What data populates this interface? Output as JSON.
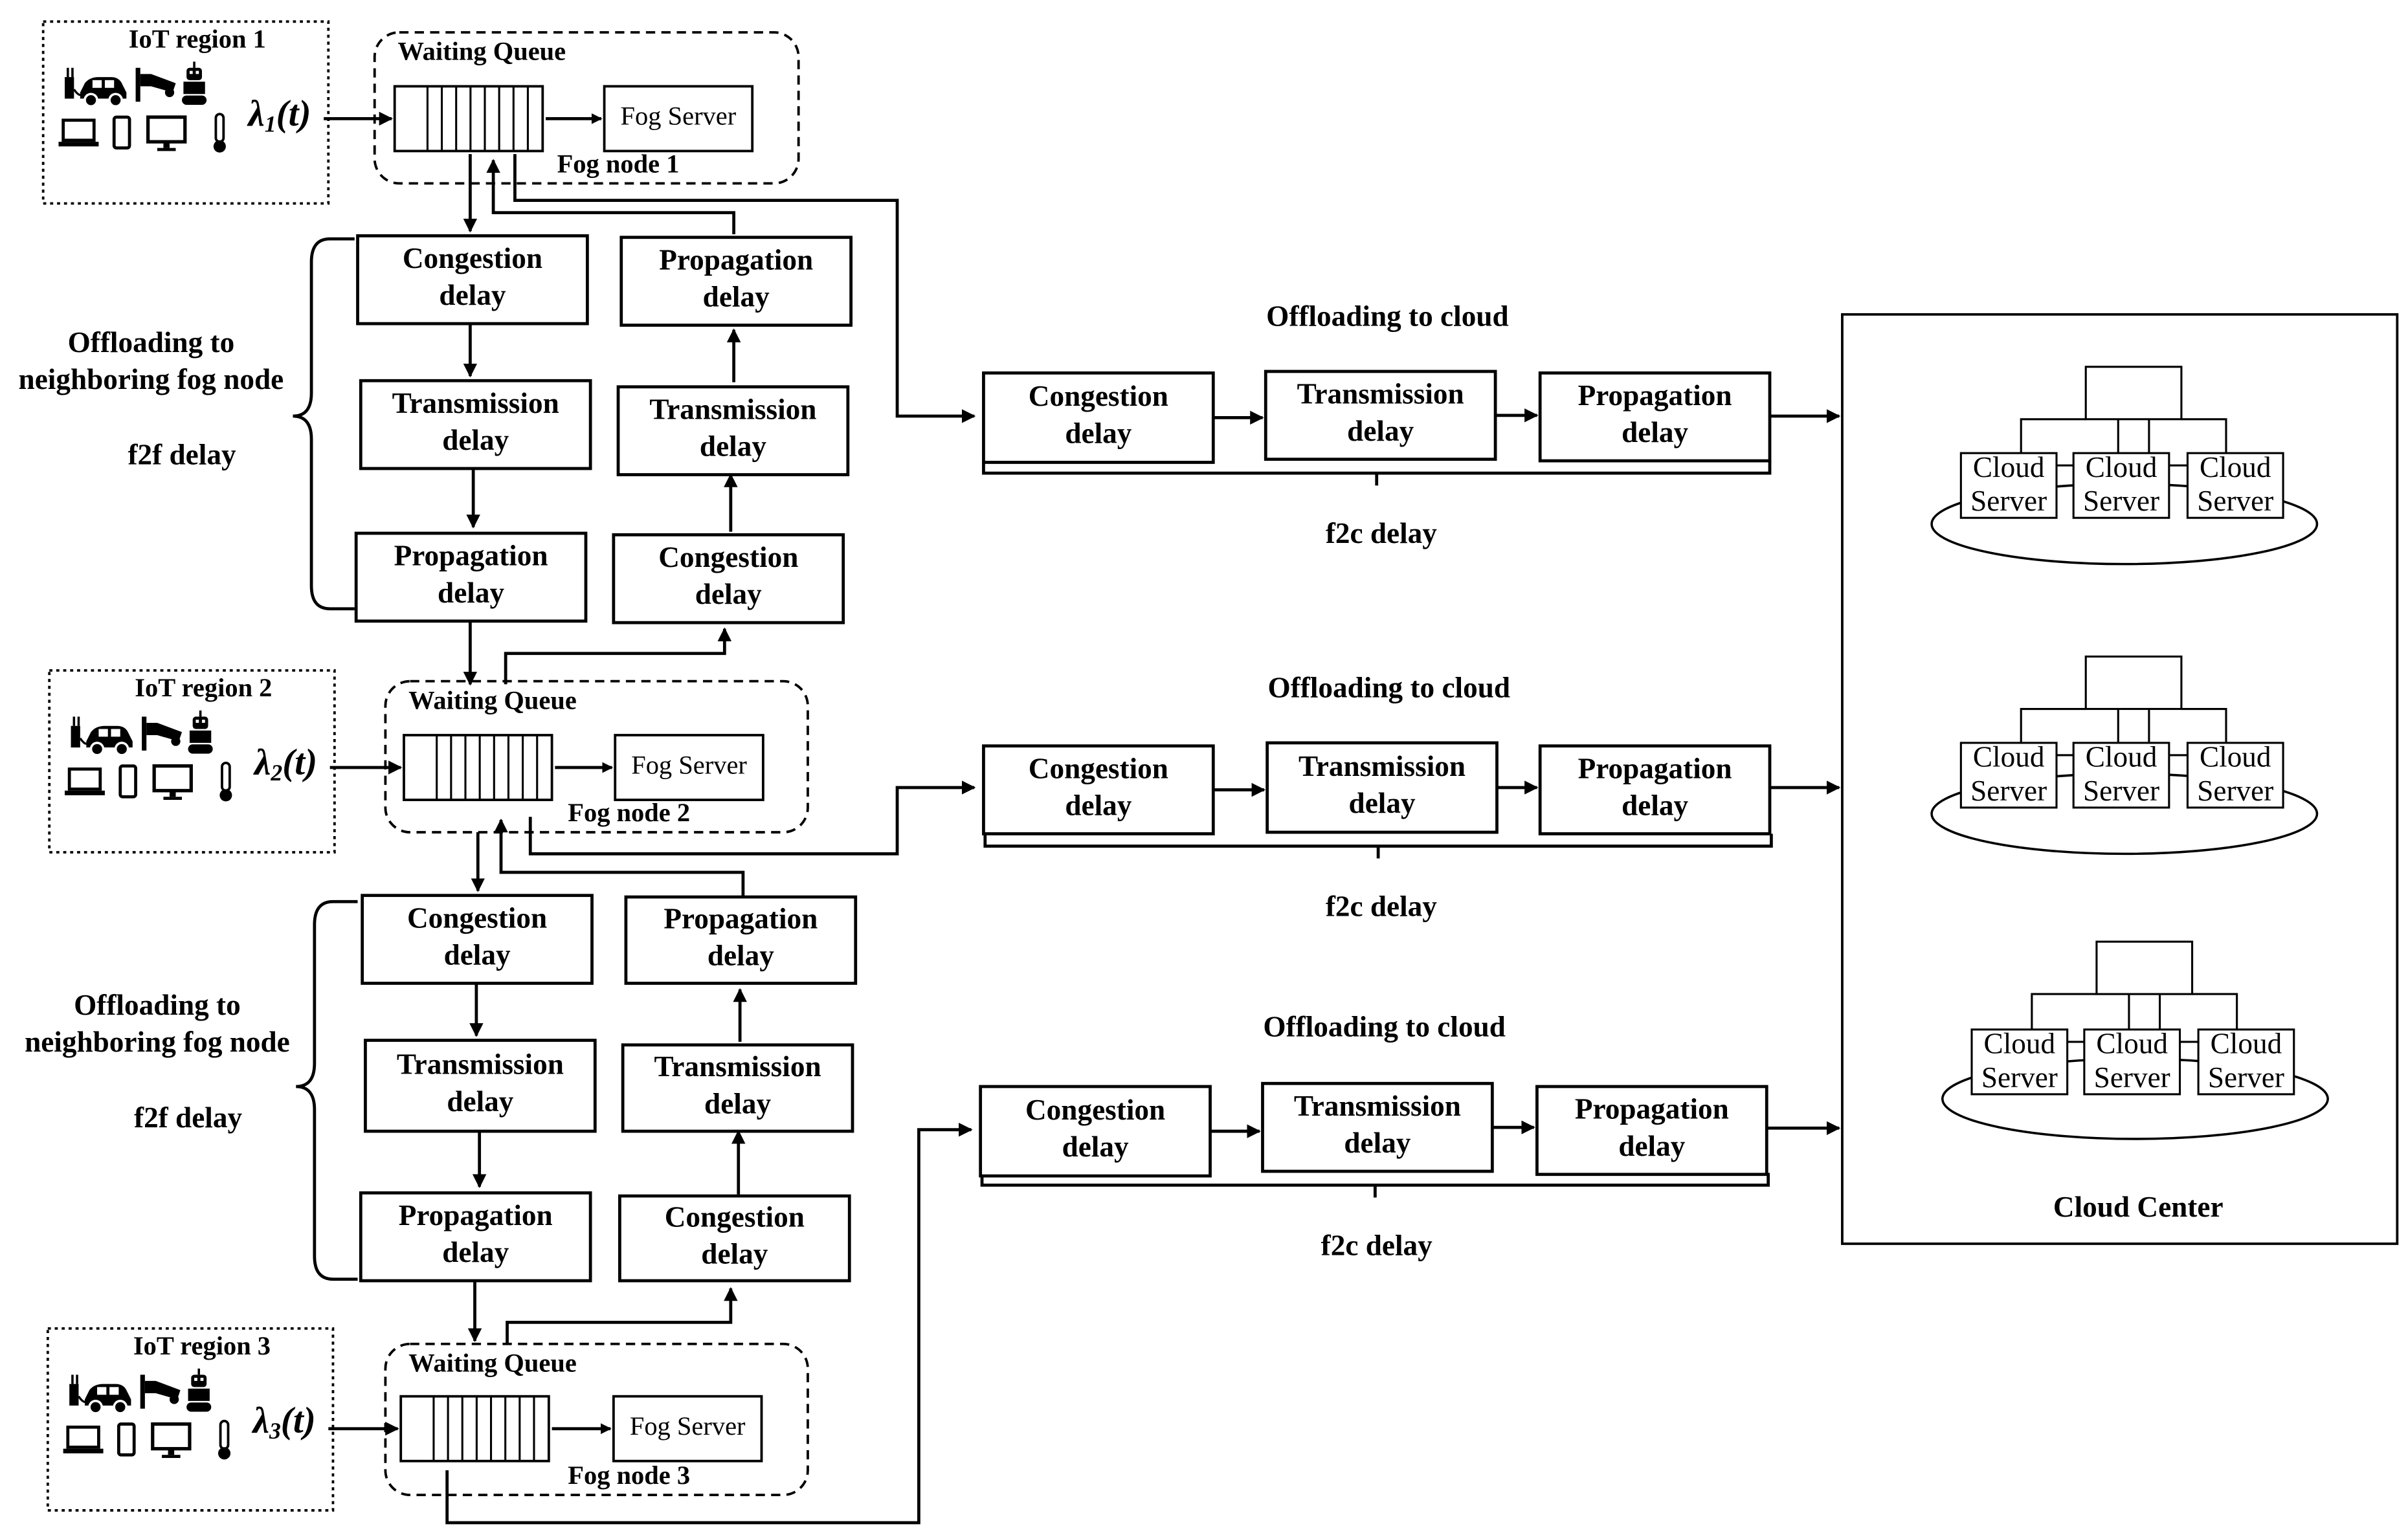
{
  "iot_regions": [
    {
      "label": "IoT region 1",
      "lambda_symbol": "λ",
      "lambda_sub": "1",
      "lambda_arg": "(t)"
    },
    {
      "label": "IoT region 2",
      "lambda_symbol": "λ",
      "lambda_sub": "2",
      "lambda_arg": "(t)"
    },
    {
      "label": "IoT region 3",
      "lambda_symbol": "λ",
      "lambda_sub": "3",
      "lambda_arg": "(t)"
    }
  ],
  "iot_device_icons": [
    "ev-charger-icon",
    "car-icon",
    "security-camera-icon",
    "robot-icon",
    "laptop-icon",
    "smartphone-icon",
    "monitor-icon",
    "thermometer-icon"
  ],
  "fog_nodes": [
    {
      "queue_label": "Waiting Queue",
      "server_label": "Fog Server",
      "node_label": "Fog node 1"
    },
    {
      "queue_label": "Waiting Queue",
      "server_label": "Fog Server",
      "node_label": "Fog node 2"
    },
    {
      "queue_label": "Waiting Queue",
      "server_label": "Fog Server",
      "node_label": "Fog node 3"
    }
  ],
  "f2f_sections": [
    {
      "side_title_1": "Offloading to",
      "side_title_2": "neighboring fog node",
      "delay_label": "f2f delay",
      "down_chain": [
        [
          "Congestion",
          "delay"
        ],
        [
          "Transmission",
          "delay"
        ],
        [
          "Propagation",
          "delay"
        ]
      ],
      "up_chain": [
        [
          "Congestion",
          "delay"
        ],
        [
          "Transmission",
          "delay"
        ],
        [
          "Propagation",
          "delay"
        ]
      ]
    },
    {
      "side_title_1": "Offloading to",
      "side_title_2": "neighboring fog node",
      "delay_label": "f2f delay",
      "down_chain": [
        [
          "Congestion",
          "delay"
        ],
        [
          "Transmission",
          "delay"
        ],
        [
          "Propagation",
          "delay"
        ]
      ],
      "up_chain": [
        [
          "Congestion",
          "delay"
        ],
        [
          "Transmission",
          "delay"
        ],
        [
          "Propagation",
          "delay"
        ]
      ]
    }
  ],
  "cloud_offload_rows": [
    {
      "title": "Offloading to cloud",
      "delay_label": "f2c delay",
      "chain": [
        [
          "Congestion",
          "delay"
        ],
        [
          "Transmission",
          "delay"
        ],
        [
          "Propagation",
          "delay"
        ]
      ]
    },
    {
      "title": "Offloading to cloud",
      "delay_label": "f2c delay",
      "chain": [
        [
          "Congestion",
          "delay"
        ],
        [
          "Transmission",
          "delay"
        ],
        [
          "Propagation",
          "delay"
        ]
      ]
    },
    {
      "title": "Offloading to cloud",
      "delay_label": "f2c delay",
      "chain": [
        [
          "Congestion",
          "delay"
        ],
        [
          "Transmission",
          "delay"
        ],
        [
          "Propagation",
          "delay"
        ]
      ]
    }
  ],
  "cloud_center": {
    "label": "Cloud Center",
    "clusters": [
      {
        "servers": [
          [
            "Cloud",
            "Server"
          ],
          [
            "Cloud",
            "Server"
          ],
          [
            "Cloud",
            "Server"
          ]
        ]
      },
      {
        "servers": [
          [
            "Cloud",
            "Server"
          ],
          [
            "Cloud",
            "Server"
          ],
          [
            "Cloud",
            "Server"
          ]
        ]
      },
      {
        "servers": [
          [
            "Cloud",
            "Server"
          ],
          [
            "Cloud",
            "Server"
          ],
          [
            "Cloud",
            "Server"
          ]
        ]
      }
    ]
  }
}
